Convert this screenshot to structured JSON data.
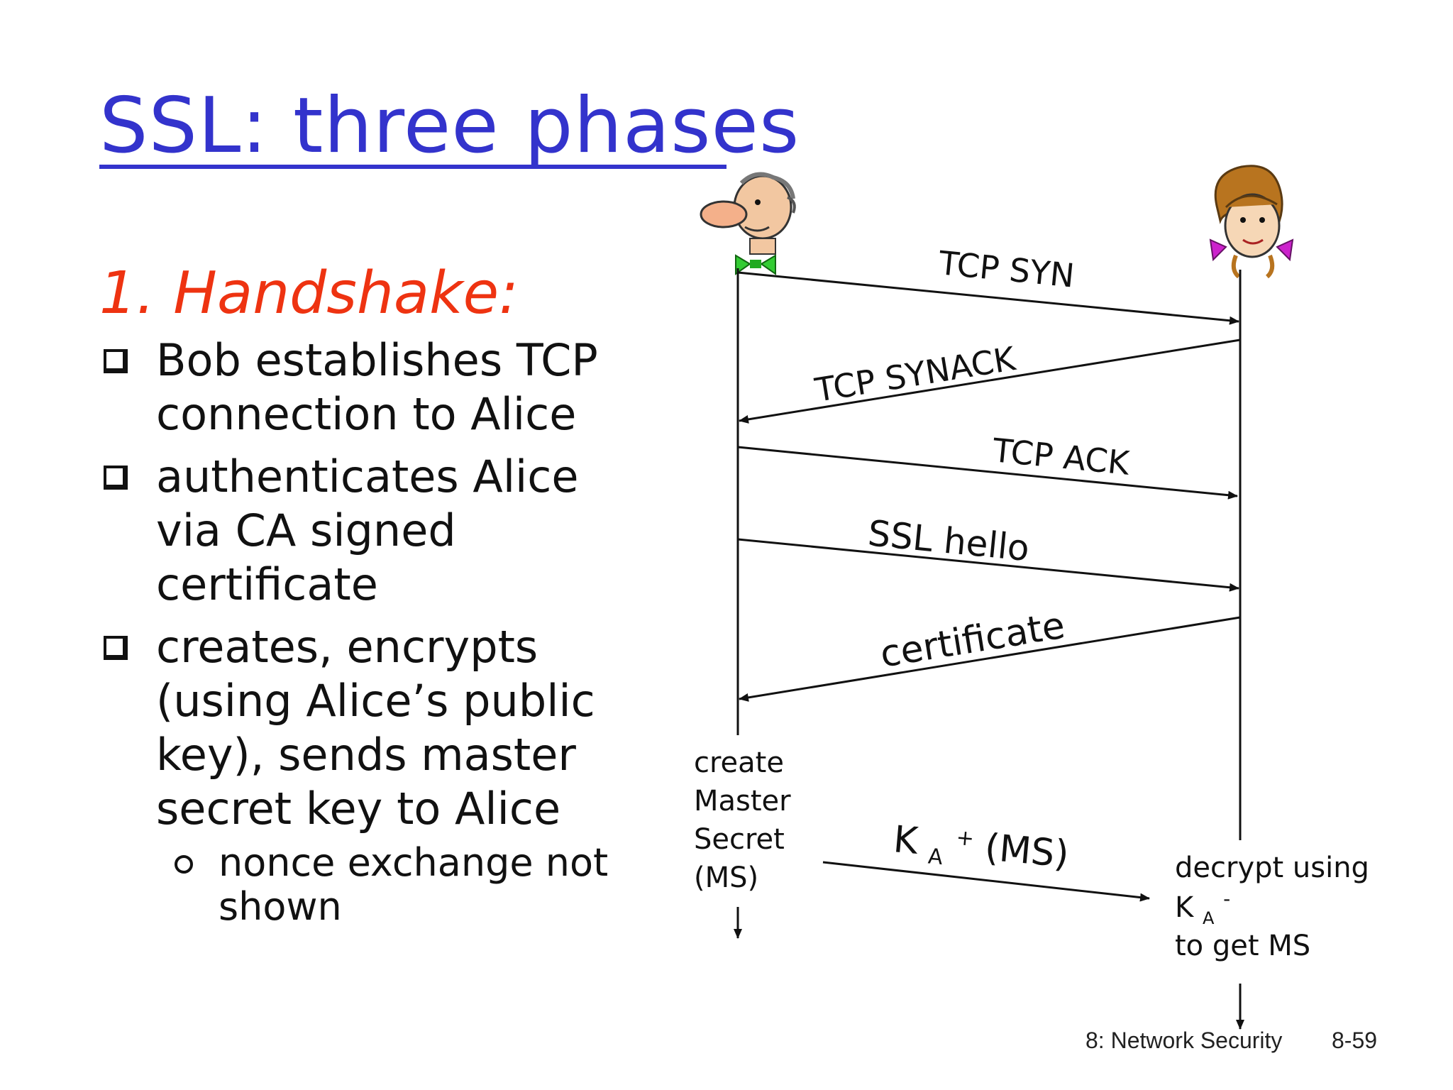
{
  "slide": {
    "title": "SSL: three phases",
    "section_heading": "1. Handshake:",
    "bullets": [
      "Bob establishes TCP connection to Alice",
      "authenticates Alice via CA signed certificate",
      "creates, encrypts (using Alice’s public key), sends master secret key to Alice"
    ],
    "sub_bullet": "nonce exchange not shown",
    "footer_left": "8: Network Security",
    "footer_right": "8-59"
  },
  "diagram": {
    "messages": {
      "syn": "TCP SYN",
      "synack": "TCP SYNACK",
      "ack": "TCP ACK",
      "hello": "SSL hello",
      "certificate": "certificate"
    },
    "bob_note": [
      "create",
      "Master",
      "Secret",
      "(MS)"
    ],
    "key_msg": {
      "base": "K",
      "sub": "A",
      "sup": "+",
      "rest": "(MS)"
    },
    "alice_note": {
      "line1": "decrypt using",
      "key_base": "K",
      "key_sub": "A",
      "key_sup": "-",
      "line3": "to get MS"
    }
  },
  "colors": {
    "title": "#3333cc",
    "heading": "#ee3311"
  },
  "icons": [
    "bob-avatar-icon",
    "alice-avatar-icon"
  ]
}
